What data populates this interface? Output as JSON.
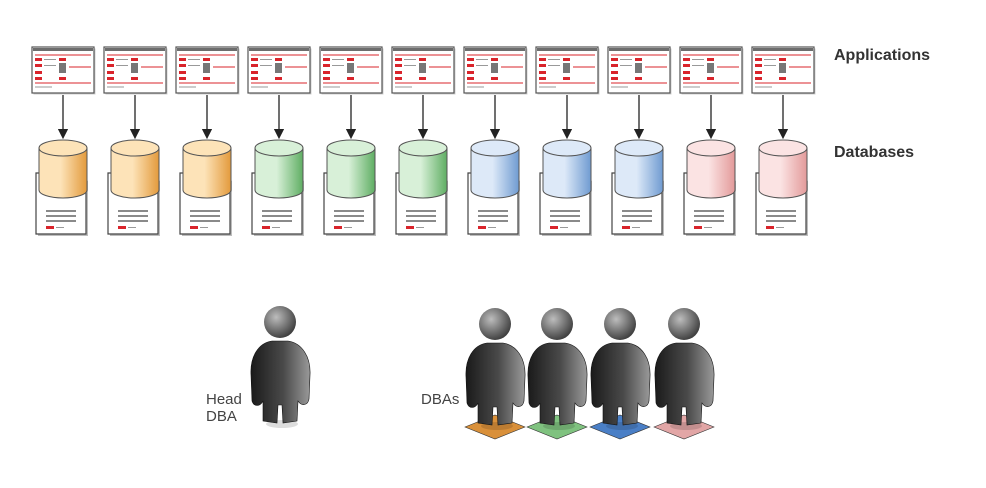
{
  "labels": {
    "applications": "Applications",
    "databases": "Databases",
    "head_dba_line1": "Head",
    "head_dba_line2": "DBA",
    "dbas": "DBAs"
  },
  "databases": [
    {
      "color": "orange"
    },
    {
      "color": "orange"
    },
    {
      "color": "orange"
    },
    {
      "color": "green"
    },
    {
      "color": "green"
    },
    {
      "color": "green"
    },
    {
      "color": "blue"
    },
    {
      "color": "blue"
    },
    {
      "color": "blue"
    },
    {
      "color": "pink"
    },
    {
      "color": "pink"
    }
  ],
  "dba_platforms": [
    "orange",
    "green",
    "blue",
    "pink"
  ],
  "palette": {
    "orange": {
      "light": "#fde3b8",
      "dark": "#e39a3c",
      "platform": "#d9903a"
    },
    "green": {
      "light": "#d8f0d8",
      "dark": "#5fae63",
      "platform": "#7fc27f"
    },
    "blue": {
      "light": "#dde9f8",
      "dark": "#6f9bd1",
      "platform": "#4a7fc6"
    },
    "pink": {
      "light": "#fbe3e3",
      "dark": "#e39a9a",
      "platform": "#e2a6a6"
    },
    "app_red": "#d9242b",
    "person_dark": "#1e1e1e",
    "person_light": "#8a8a8a"
  }
}
